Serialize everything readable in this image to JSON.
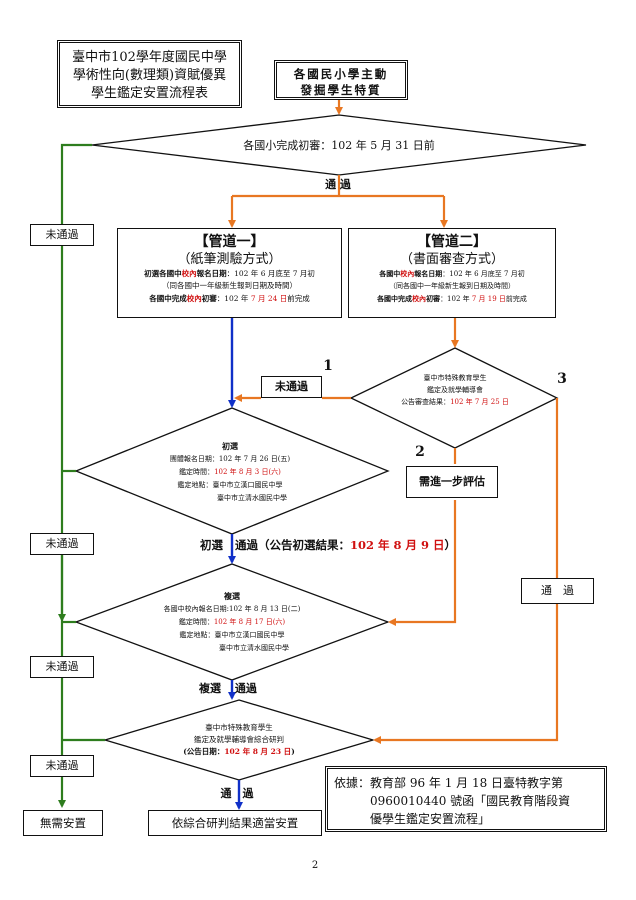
{
  "title": {
    "line1": "臺中市102學年度國民中學",
    "line2": "學術性向(數理類)資賦優異",
    "line3": "學生鑑定安置流程表"
  },
  "nomination": {
    "line1": "各國民小學主動",
    "line2": "發掘學生特質"
  },
  "preliminary_review": {
    "text": "各國小完成初審：102 年 5 月 31 日前"
  },
  "pass_label": "通 過",
  "fail_label": "未通過",
  "route1": {
    "heading": "【管道一】",
    "subheading": "（紙筆測驗方式）",
    "reg_prefix": "初選各國中",
    "reg_red": "校內",
    "reg_mid": "報名日期",
    "reg_rest": "：102 年 6 月底至 7 月初",
    "reg_note": "（同各國中一年級新生報到日期及時間）",
    "review_prefix": "各國中完成",
    "review_red": "校內",
    "review_mid": "初審",
    "review_rest1": "：102 年 ",
    "review_date": "7 月 24 日",
    "review_rest2": "前完成"
  },
  "route2": {
    "heading": "【管道二】",
    "subheading": "（書面審查方式）",
    "reg_prefix": "各國中",
    "reg_red": "校內",
    "reg_mid": "報名日期",
    "reg_rest": "：102 年 6 月底至 7 月初",
    "reg_note": "（同各國中一年級新生報到日期及時間）",
    "review_prefix": "各國中完成",
    "review_red": "校內",
    "review_mid": "初審",
    "review_rest1": "：102 年 ",
    "review_date": "7 月 19 日",
    "review_rest2": "前完成"
  },
  "committee_review": {
    "line1": "臺中市特殊教育學生",
    "line2": "鑑定及就學輔導會",
    "announce_label": "公告審查結果：",
    "announce_date": "102 年 7 月 25 日"
  },
  "route_numbers": {
    "n1": "1",
    "n2": "2",
    "n3": "3"
  },
  "further_eval": "需進一步評估",
  "first_selection": {
    "title": "初選",
    "reg": "團體報名日期：102 年 7 月 26 日(五)",
    "exam_label": "鑑定時間：",
    "exam_date": "102 年 8 月 3 日(六)",
    "site_label": "鑑定地點：",
    "site1": "臺中市立漢口國民中學",
    "site2": "臺中市立清水國民中學"
  },
  "first_pass": {
    "label": "初選",
    "pass": "通過",
    "announce_pre": "（公告初選結果：",
    "announce_date": "102 年 8 月 9 日",
    "announce_post": "）"
  },
  "second_selection": {
    "title": "複選",
    "reg": "各國中校內報名日期:102 年 8 月 13 日(二)",
    "exam_label": "鑑定時間：",
    "exam_date": "102 年 8 月 17 日(六)",
    "site_label": "鑑定地點：",
    "site1": "臺中市立漢口國民中學",
    "site2": "臺中市立清水國民中學"
  },
  "second_pass": {
    "label": "複選",
    "pass": "通過"
  },
  "pass_side": "通　過",
  "final_review": {
    "line1": "臺中市特殊教育學生",
    "line2": "鑑定及就學輔導會綜合研判",
    "announce_pre": "(公告日期：",
    "announce_date": "102 年 8 月 23 日",
    "announce_post": ")"
  },
  "bottom_pass": "通　過",
  "no_placement": "無需安置",
  "placement": "依綜合研判結果適當安置",
  "basis": {
    "line1": "依據：教育部 96 年 1 月 18 日臺特教字第",
    "line2": "0960010440 號函「國民教育階段資",
    "line3": "優學生鑑定安置流程」"
  },
  "page_number": "2",
  "colors": {
    "green": "#2e7d1e",
    "orange": "#e87722",
    "blue": "#1030c8",
    "red": "#d01010"
  }
}
